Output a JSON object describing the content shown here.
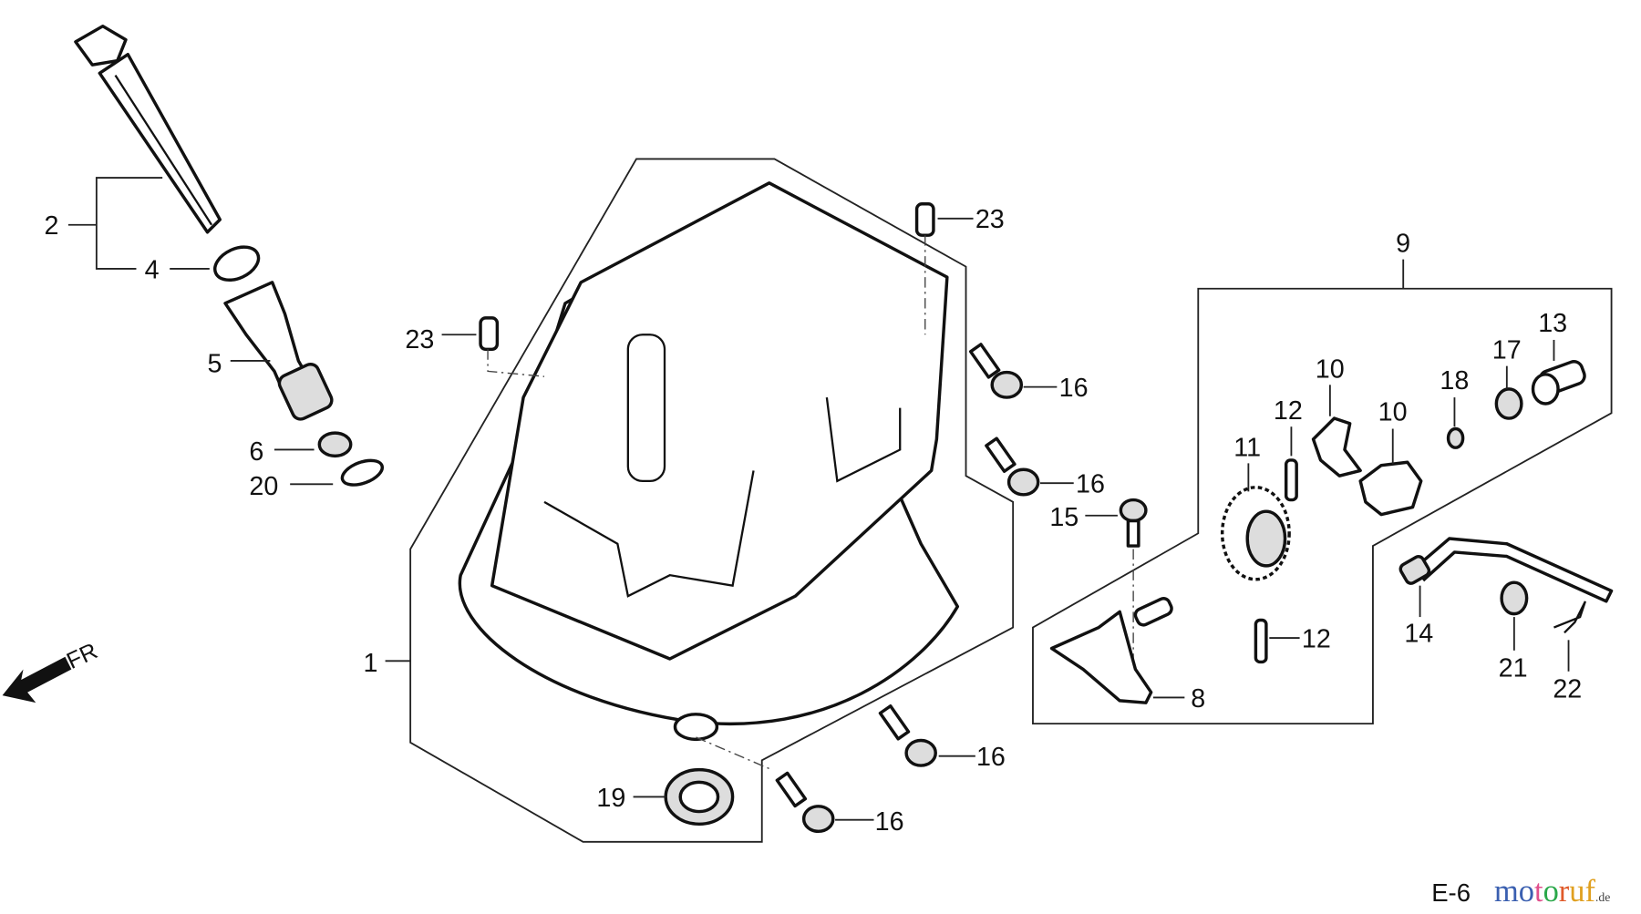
{
  "callouts": [
    "2",
    "4",
    "5",
    "6",
    "20",
    "23",
    "23",
    "16",
    "16",
    "15",
    "9",
    "10",
    "12",
    "10",
    "11",
    "18",
    "17",
    "13",
    "12",
    "8",
    "14",
    "21",
    "22",
    "1",
    "16",
    "16",
    "19"
  ],
  "direction_label": "FR",
  "page_code": "E-6",
  "watermark": {
    "text_parts": [
      "m",
      "o",
      "t",
      "o",
      "r",
      "u",
      "f"
    ],
    "suffix": ".de",
    "colors": [
      "#3a5fb0",
      "#3a5fb0",
      "#e0508c",
      "#2aa84a",
      "#e05a2a",
      "#e0a020",
      "#f0b820"
    ]
  }
}
